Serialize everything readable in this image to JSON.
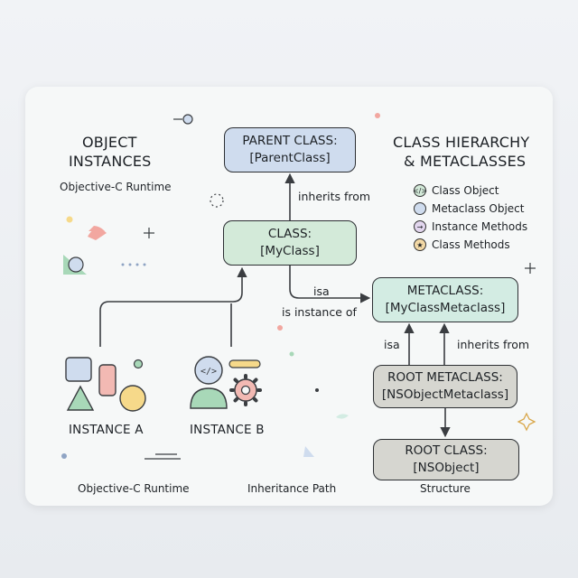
{
  "left_title_line1": "OBJECT",
  "left_title_line2": "INSTANCES",
  "left_subtitle": "Objective-C Runtime",
  "right_title_line1": "CLASS HIERARCHY",
  "right_title_line2": "& METACLASSES",
  "legend": [
    {
      "label": "Class Object",
      "icon": "code-icon",
      "color": "#d3ead9"
    },
    {
      "label": "Metaclass Object",
      "icon": "circle-icon",
      "color": "#cfdcee"
    },
    {
      "label": "Instance Methods",
      "icon": "arrow-icon",
      "color": "#e2d6ee"
    },
    {
      "label": "Class Methods",
      "icon": "star-icon",
      "color": "#f3d9a6"
    }
  ],
  "nodes": {
    "parent_class": {
      "line1": "PARENT CLASS:",
      "line2": "[ParentClass]"
    },
    "class": {
      "line1": "CLASS:",
      "line2": "[MyClass]"
    },
    "metaclass": {
      "line1": "METACLASS:",
      "line2": "[MyClassMetaclass]"
    },
    "root_metaclass": {
      "line1": "ROOT METACLASS:",
      "line2": "[NSObjectMetaclass]"
    },
    "root_class": {
      "line1": "ROOT CLASS:",
      "line2": "[NSObject]"
    }
  },
  "edge_labels": {
    "inherits_from_top": "inherits from",
    "isa_class": "isa",
    "is_instance_of": "is instance of",
    "isa_meta": "isa",
    "inherits_from_meta": "inherits from"
  },
  "instances": {
    "a_label": "INSTANCE A",
    "b_label": "INSTANCE B"
  },
  "footer": {
    "left": "Objective-C Runtime",
    "middle": "Inheritance Path",
    "right": "Structure"
  },
  "colors": {
    "blue": "#cfdcee",
    "green": "#d3ead9",
    "teal": "#d3ece3",
    "gray": "#d6d6d0",
    "coral": "#f2a7a0",
    "yellow": "#f6d98a"
  }
}
